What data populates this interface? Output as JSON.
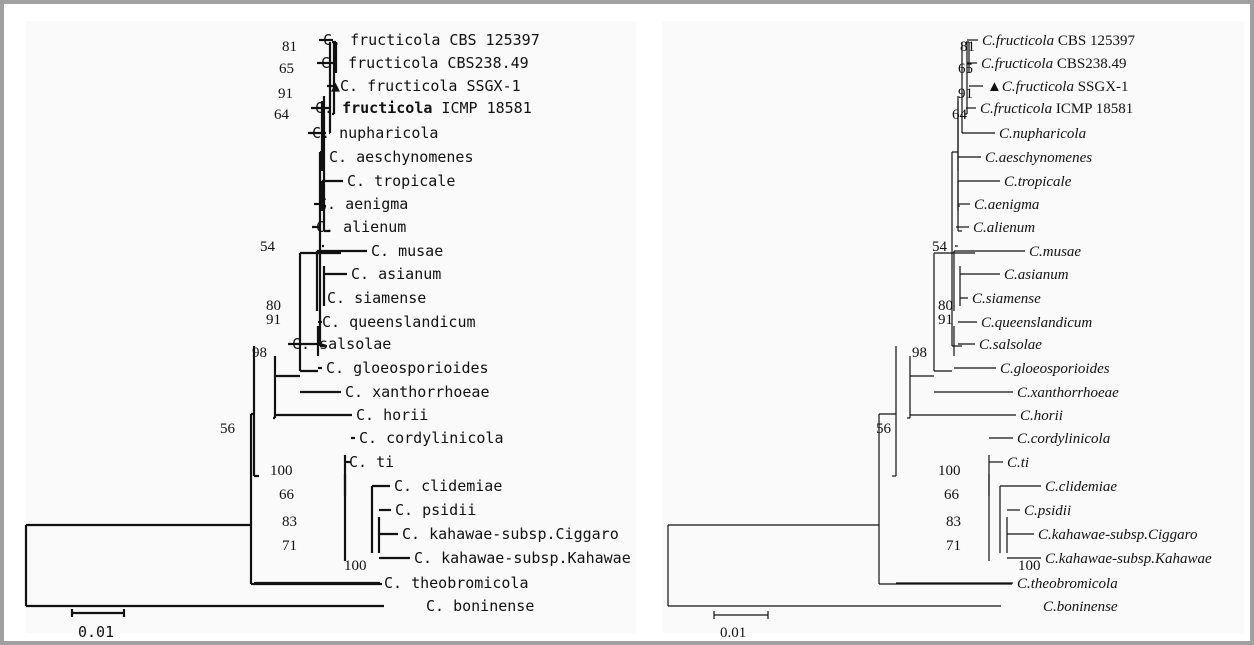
{
  "colors": {
    "frame": "#a0a0a0",
    "panel": "#fafafa",
    "line": "#111111"
  },
  "triangle_icon": "black-up-pointing-triangle",
  "trees": [
    {
      "id": "left",
      "font": "mono",
      "strokeWidth": 2.2,
      "scale_label": "0.01",
      "leaves": [
        {
          "genus": "C.",
          "species": "fructicola",
          "suffix": "CBS 125397"
        },
        {
          "genus": "C.",
          "species": "fructicola",
          "suffix": "CBS238.49"
        },
        {
          "genus": "C.",
          "species": "fructicola",
          "suffix": "SSGX-1",
          "mark": "▲"
        },
        {
          "genus": "C.",
          "species": "fructicola",
          "suffix": "ICMP 18581"
        },
        {
          "genus": "C.",
          "species": "nupharicola",
          "suffix": ""
        },
        {
          "genus": "C.",
          "species": "aeschynomenes",
          "suffix": ""
        },
        {
          "genus": "C.",
          "species": "tropicale",
          "suffix": ""
        },
        {
          "genus": "C.",
          "species": "aenigma",
          "suffix": ""
        },
        {
          "genus": "C.",
          "species": "alienum",
          "suffix": ""
        },
        {
          "genus": "C.",
          "species": "musae",
          "suffix": ""
        },
        {
          "genus": "C.",
          "species": "asianum",
          "suffix": ""
        },
        {
          "genus": "C.",
          "species": "siamense",
          "suffix": ""
        },
        {
          "genus": "C.",
          "species": "queenslandicum",
          "suffix": ""
        },
        {
          "genus": "C.",
          "species": "salsolae",
          "suffix": ""
        },
        {
          "genus": "C.",
          "species": "gloeosporioides",
          "suffix": ""
        },
        {
          "genus": "C.",
          "species": "xanthorrhoeae",
          "suffix": ""
        },
        {
          "genus": "C.",
          "species": "horii",
          "suffix": ""
        },
        {
          "genus": "C.",
          "species": "cordylinicola",
          "suffix": ""
        },
        {
          "genus": "C.",
          "species": "ti",
          "suffix": ""
        },
        {
          "genus": "C.",
          "species": "clidemiae",
          "suffix": ""
        },
        {
          "genus": "C.",
          "species": "psidii",
          "suffix": ""
        },
        {
          "genus": "C.",
          "species": "kahawae-subsp.Ciggaro",
          "suffix": ""
        },
        {
          "genus": "C.",
          "species": "kahawae-subsp.Kahawae",
          "suffix": ""
        },
        {
          "genus": "C.",
          "species": "theobromicola",
          "suffix": ""
        },
        {
          "genus": "C.",
          "species": "boninense",
          "suffix": ""
        }
      ],
      "supports": [
        "81",
        "65",
        "91",
        "64",
        "54",
        "80",
        "91",
        "98",
        "56",
        "100",
        "66",
        "83",
        "71",
        "100"
      ]
    },
    {
      "id": "right",
      "font": "serif",
      "strokeWidth": 1.2,
      "scale_label": "0.01",
      "leaves": [
        {
          "genus": "C.",
          "species": "fructicola",
          "suffix": "CBS 125397"
        },
        {
          "genus": "C.",
          "species": "fructicola",
          "suffix": "CBS238.49"
        },
        {
          "genus": "C.",
          "species": "fructicola",
          "suffix": "SSGX-1",
          "mark": "▲"
        },
        {
          "genus": "C.",
          "species": "fructicola",
          "suffix": "ICMP 18581"
        },
        {
          "genus": "C.",
          "species": "nupharicola",
          "suffix": ""
        },
        {
          "genus": "C.",
          "species": "aeschynomenes",
          "suffix": ""
        },
        {
          "genus": "C.",
          "species": "tropicale",
          "suffix": ""
        },
        {
          "genus": "C.",
          "species": "aenigma",
          "suffix": ""
        },
        {
          "genus": "C.",
          "species": "alienum",
          "suffix": ""
        },
        {
          "genus": "C.",
          "species": "musae",
          "suffix": ""
        },
        {
          "genus": "C.",
          "species": "asianum",
          "suffix": ""
        },
        {
          "genus": "C.",
          "species": "siamense",
          "suffix": ""
        },
        {
          "genus": "C.",
          "species": "queenslandicum",
          "suffix": ""
        },
        {
          "genus": "C.",
          "species": "salsolae",
          "suffix": ""
        },
        {
          "genus": "C.",
          "species": "gloeosporioides",
          "suffix": ""
        },
        {
          "genus": "C.",
          "species": "xanthorrhoeae",
          "suffix": ""
        },
        {
          "genus": "C.",
          "species": "horii",
          "suffix": ""
        },
        {
          "genus": "C.",
          "species": "cordylinicola",
          "suffix": ""
        },
        {
          "genus": "C.",
          "species": "ti",
          "suffix": ""
        },
        {
          "genus": "C.",
          "species": "clidemiae",
          "suffix": ""
        },
        {
          "genus": "C.",
          "species": "psidii",
          "suffix": ""
        },
        {
          "genus": "C.",
          "species": "kahawae-subsp.Ciggaro",
          "suffix": ""
        },
        {
          "genus": "C.",
          "species": "kahawae-subsp.Kahawae",
          "suffix": ""
        },
        {
          "genus": "C.",
          "species": "theobromicola",
          "suffix": ""
        },
        {
          "genus": "C.",
          "species": "boninense",
          "suffix": ""
        }
      ],
      "supports": [
        "81",
        "65",
        "91",
        "64",
        "54",
        "80",
        "91",
        "98",
        "56",
        "100",
        "66",
        "83",
        "71",
        "100"
      ]
    }
  ]
}
